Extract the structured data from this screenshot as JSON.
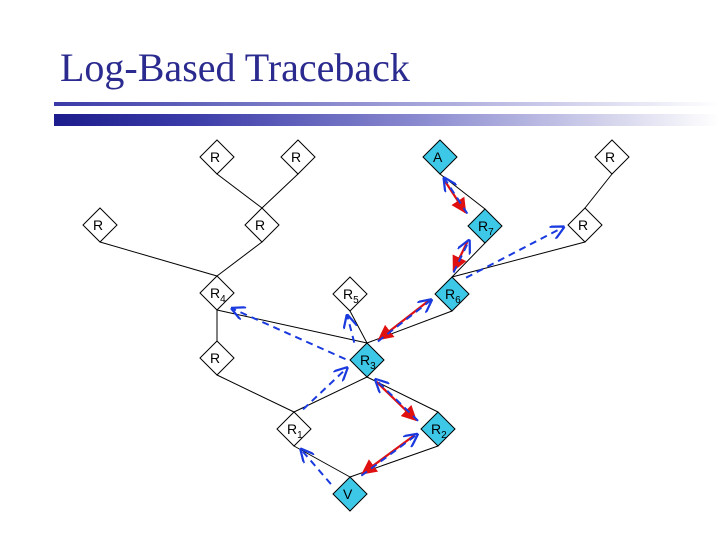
{
  "slide": {
    "title": "Log-Based Traceback"
  },
  "colors": {
    "title": "#2b2b8f",
    "attack_path_node": "#3ec8e8",
    "plain_node": "#ffffff",
    "attack_arrow": "#e01010",
    "query_arrow": "#1a3adf",
    "edge": "#000000"
  },
  "nodes": [
    {
      "id": "r_top1",
      "label": "R",
      "sub": "",
      "highlight": false
    },
    {
      "id": "r_top2",
      "label": "R",
      "sub": "",
      "highlight": false
    },
    {
      "id": "a",
      "label": "A",
      "sub": "",
      "highlight": true
    },
    {
      "id": "r_top4",
      "label": "R",
      "sub": "",
      "highlight": false
    },
    {
      "id": "r_left",
      "label": "R",
      "sub": "",
      "highlight": false
    },
    {
      "id": "r_mid",
      "label": "R",
      "sub": "",
      "highlight": false
    },
    {
      "id": "r7",
      "label": "R",
      "sub": "7",
      "highlight": true
    },
    {
      "id": "r_right",
      "label": "R",
      "sub": "",
      "highlight": false
    },
    {
      "id": "r4",
      "label": "R",
      "sub": "4",
      "highlight": false
    },
    {
      "id": "r5",
      "label": "R",
      "sub": "5",
      "highlight": false
    },
    {
      "id": "r6",
      "label": "R",
      "sub": "6",
      "highlight": true
    },
    {
      "id": "r_low",
      "label": "R",
      "sub": "",
      "highlight": false
    },
    {
      "id": "r3",
      "label": "R",
      "sub": "3",
      "highlight": true
    },
    {
      "id": "r1",
      "label": "R",
      "sub": "1",
      "highlight": false
    },
    {
      "id": "r2",
      "label": "R",
      "sub": "2",
      "highlight": true
    },
    {
      "id": "v",
      "label": "V",
      "sub": "",
      "highlight": true
    }
  ],
  "edges": [
    [
      "r_top1",
      "r_mid"
    ],
    [
      "r_top2",
      "r_mid"
    ],
    [
      "r_mid",
      "r4"
    ],
    [
      "r_left",
      "r4"
    ],
    [
      "a",
      "r7"
    ],
    [
      "r_top4",
      "r_right"
    ],
    [
      "r7",
      "r6"
    ],
    [
      "r_right",
      "r6"
    ],
    [
      "r6",
      "r3"
    ],
    [
      "r5",
      "r3"
    ],
    [
      "r4",
      "r3"
    ],
    [
      "r4",
      "r_low"
    ],
    [
      "r_low",
      "r1"
    ],
    [
      "r3",
      "r1"
    ],
    [
      "r3",
      "r2"
    ],
    [
      "r1",
      "v"
    ],
    [
      "r2",
      "v"
    ]
  ],
  "attack_path": [
    [
      "a",
      "r7"
    ],
    [
      "r7",
      "r6"
    ],
    [
      "r6",
      "r3"
    ],
    [
      "r3",
      "r2"
    ],
    [
      "r2",
      "v"
    ]
  ],
  "query_arrows": [
    [
      "v",
      "r1"
    ],
    [
      "v",
      "r2"
    ],
    [
      "r1",
      "r3"
    ],
    [
      "r2",
      "r3"
    ],
    [
      "r3",
      "r4"
    ],
    [
      "r3",
      "r5"
    ],
    [
      "r3",
      "r6"
    ],
    [
      "r6",
      "r7"
    ],
    [
      "r6",
      "r_right"
    ],
    [
      "r7",
      "a"
    ]
  ]
}
